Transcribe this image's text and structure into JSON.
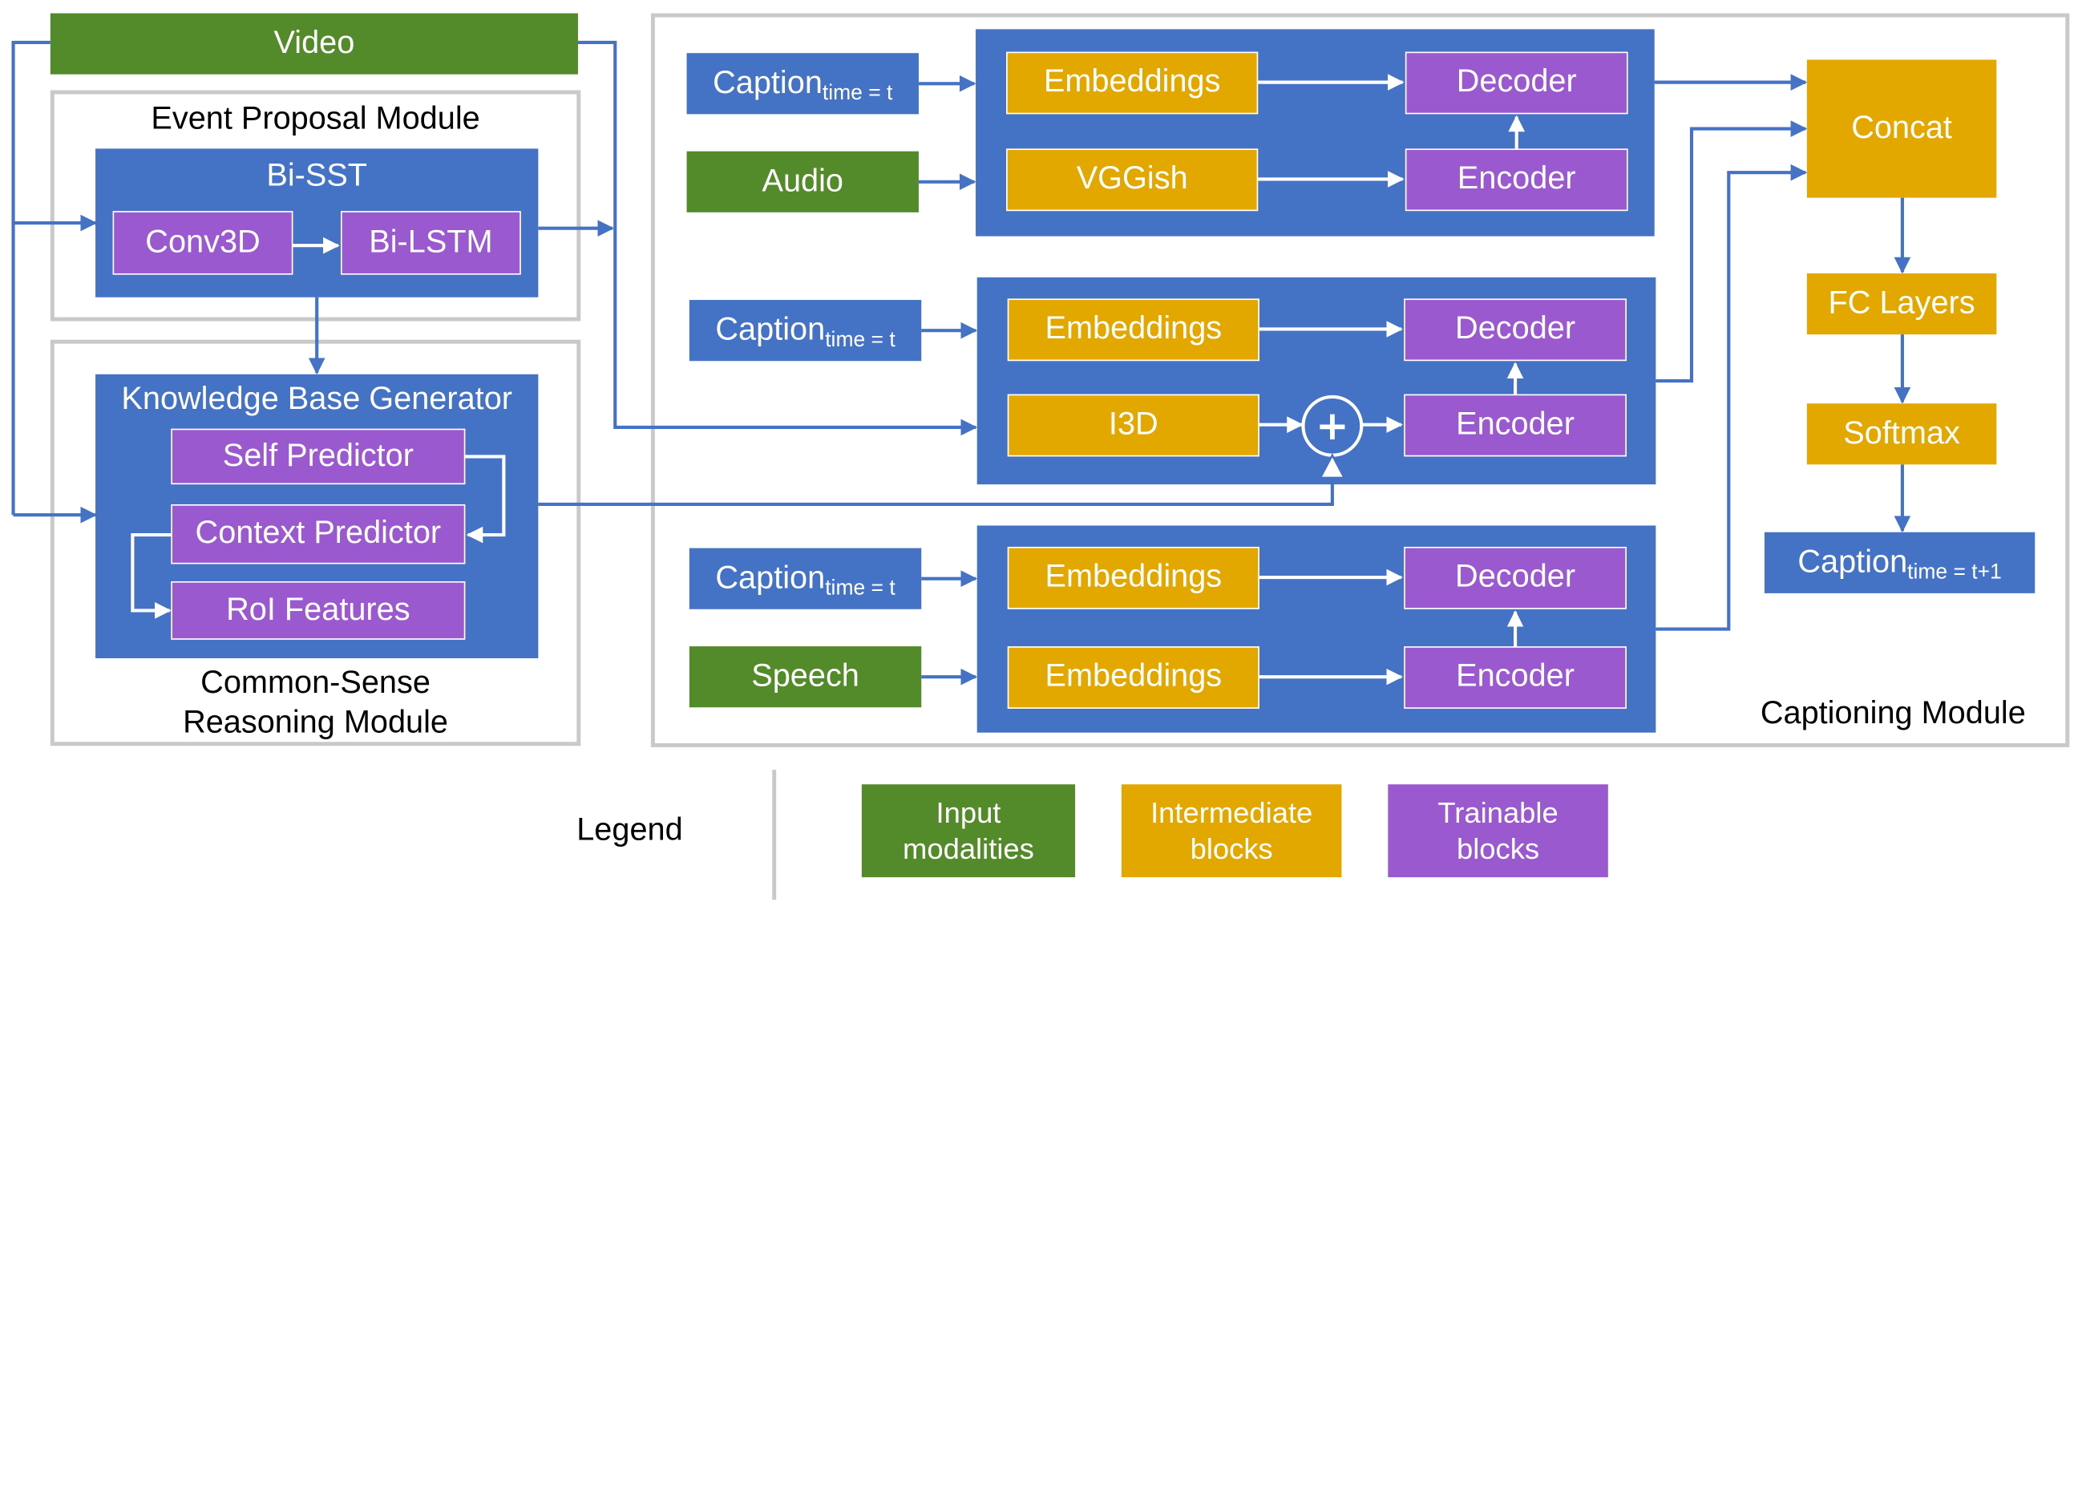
{
  "video": "Video",
  "event_proposal": {
    "title": "Event Proposal Module",
    "bisst": "Bi-SST",
    "conv3d": "Conv3D",
    "bilstm": "Bi-LSTM"
  },
  "common_sense": {
    "title_line1": "Common-Sense",
    "title_line2": "Reasoning Module",
    "kb_generator": "Knowledge Base Generator",
    "self_predictor": "Self Predictor",
    "context_predictor": "Context Predictor",
    "roi_features": "RoI Features"
  },
  "captioning": {
    "title": "Captioning Module",
    "caption_main": "Caption",
    "caption_sub": "time = t",
    "caption_out_sub": "time = t+1",
    "audio": "Audio",
    "speech": "Speech",
    "embeddings": "Embeddings",
    "decoder": "Decoder",
    "encoder": "Encoder",
    "vggish": "VGGish",
    "i3d": "I3D",
    "plus": "+",
    "concat": "Concat",
    "fc_layers": "FC Layers",
    "softmax": "Softmax"
  },
  "legend": {
    "title": "Legend",
    "input_l1": "Input",
    "input_l2": "modalities",
    "inter_l1": "Intermediate",
    "inter_l2": "blocks",
    "train_l1": "Trainable",
    "train_l2": "blocks"
  },
  "colors": {
    "blue": "#4472c4",
    "green": "#548b2a",
    "gold": "#e2a800",
    "purple": "#9b59d0",
    "frame": "#c9c9c9"
  }
}
